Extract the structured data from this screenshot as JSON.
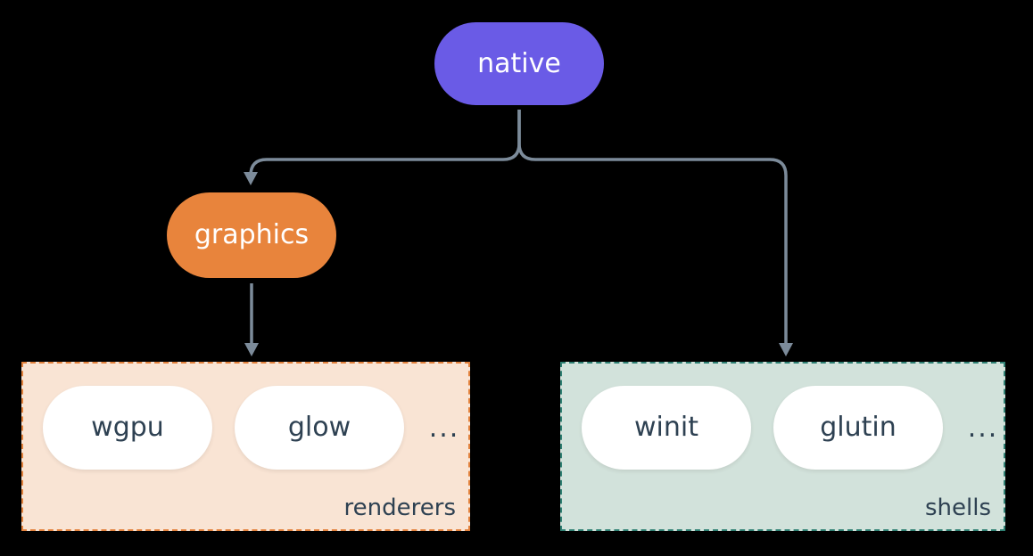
{
  "diagram": {
    "background_color": "#000000",
    "connector_color": "#7C8B9A",
    "nodes": {
      "native": {
        "label": "native",
        "color": "#6A5BE6",
        "text_color": "#FFFFFF"
      },
      "graphics": {
        "label": "graphics",
        "color": "#E8843C",
        "text_color": "#FFFFFF"
      }
    },
    "groups": {
      "renderers": {
        "label": "renderers",
        "items": [
          "wgpu",
          "glow"
        ],
        "ellipsis": "...",
        "background": "#F9E4D4",
        "border_color": "#E2813C",
        "item_text_color": "#2E4152"
      },
      "shells": {
        "label": "shells",
        "items": [
          "winit",
          "glutin"
        ],
        "ellipsis": "...",
        "background": "#D2E2DB",
        "border_color": "#2F8073",
        "item_text_color": "#2E4152"
      }
    },
    "edges": [
      {
        "from": "native",
        "to": "graphics"
      },
      {
        "from": "native",
        "to": "shells"
      },
      {
        "from": "graphics",
        "to": "renderers"
      }
    ]
  }
}
